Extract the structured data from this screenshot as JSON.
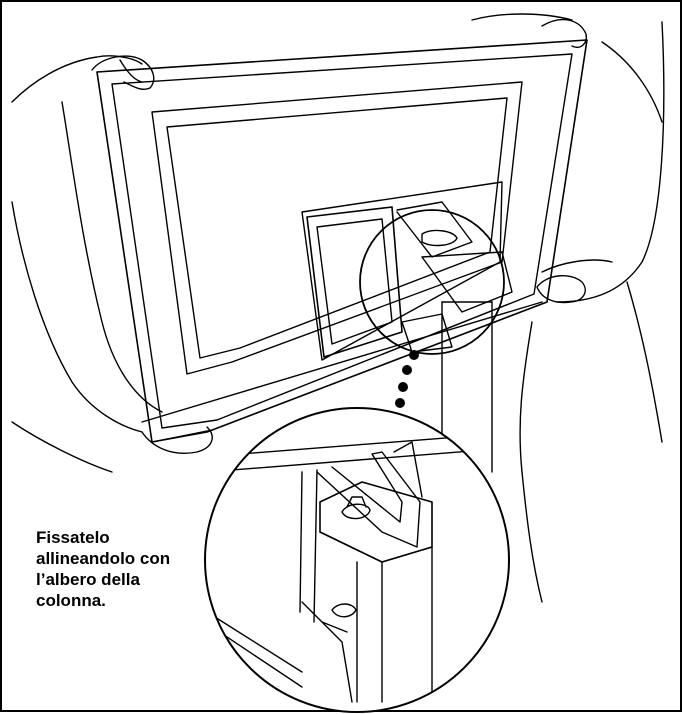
{
  "caption": {
    "lines": [
      "Fissatelo",
      "allineandolo con",
      "l’albero della",
      "colonna."
    ]
  },
  "illustration": {
    "subject": "two-people-mounting-display-on-stand",
    "ink_color": "#000000",
    "paper_color": "#ffffff"
  }
}
